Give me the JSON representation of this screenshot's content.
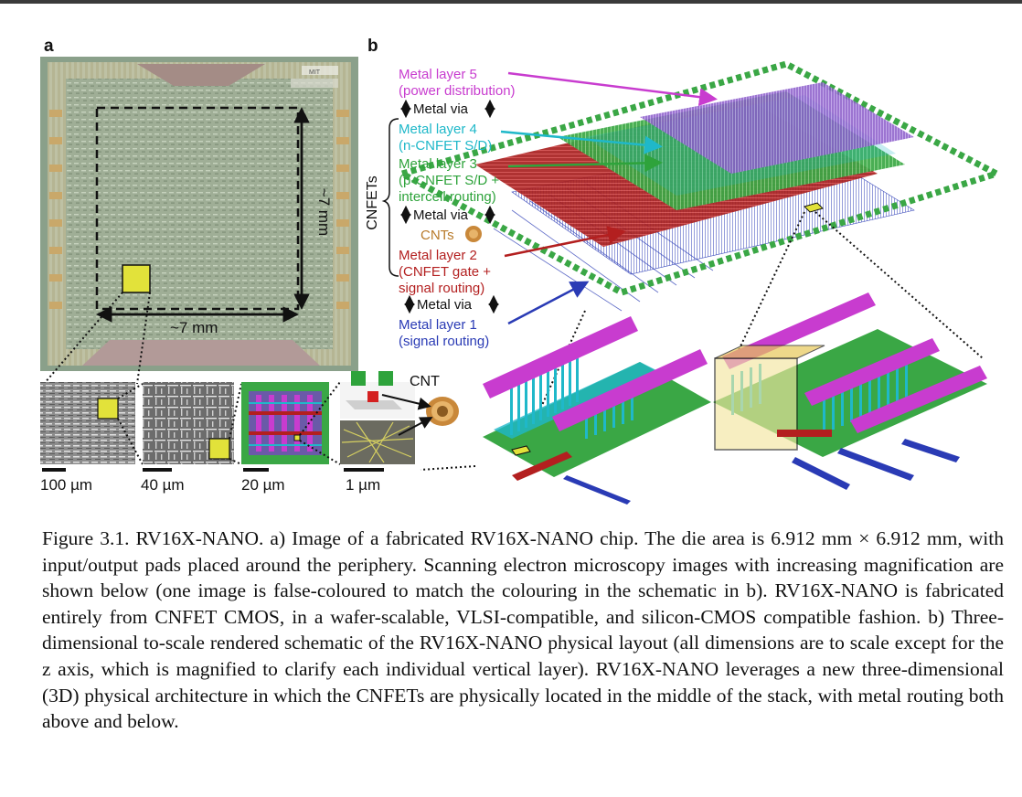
{
  "panels": {
    "a": "a",
    "b": "b"
  },
  "chip": {
    "logo": "MIT",
    "dimension_horizontal": "~7 mm",
    "dimension_vertical": "~7 mm"
  },
  "micrographs": {
    "scale_bars": [
      "100 µm",
      "40 µm",
      "20 µm",
      "1 µm"
    ],
    "cnt_label": "CNT"
  },
  "layers": {
    "m5_line1": "Metal layer 5",
    "m5_line2": "(power distribution)",
    "via1": "Metal via",
    "m4_line1": "Metal layer 4",
    "m4_line2": "(n-CNFET S/D)",
    "m3_line1": "Metal layer 3",
    "m3_line2": "(p-CNFET S/D +",
    "m3_line3": "intercell routing)",
    "via2": "Metal via",
    "cnts": "CNTs",
    "m2_line1": "Metal layer 2",
    "m2_line2": "(CNFET gate +",
    "m2_line3": "signal routing)",
    "via3": "Metal via",
    "m1_line1": "Metal layer 1",
    "m1_line2": "(signal routing)",
    "cnfets_bracket": "CNFETs"
  },
  "colors": {
    "m5": "#c83ccf",
    "m4": "#1fb8c9",
    "m3": "#2ea33b",
    "m2": "#b31f1f",
    "m1": "#2a3bb5",
    "cnt": "#b87a2a"
  },
  "caption": "Figure 3.1. RV16X-NANO. a) Image of a fabricated RV16X-NANO chip. The die area is 6.912 mm × 6.912 mm, with input/output pads placed around the periphery. Scanning electron microscopy images with increasing magnification are shown below (one image is false-coloured to match the colouring in the schematic in b). RV16X-NANO is fabricated entirely from CNFET CMOS, in a wafer-scalable, VLSI-compatible, and silicon-CMOS compatible fashion. b) Three-dimensional to-scale rendered schematic of the RV16X-NANO physical layout (all dimensions are to scale except for the z axis, which is magnified to clarify each individual vertical layer). RV16X-NANO leverages a new three-dimensional (3D) physical architecture in which the CNFETs are physically located in the middle of the stack, with metal routing both above and below."
}
